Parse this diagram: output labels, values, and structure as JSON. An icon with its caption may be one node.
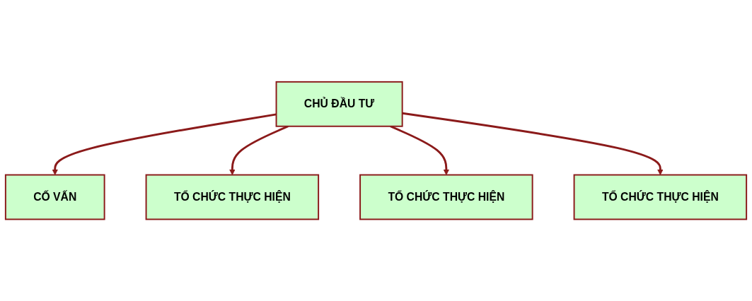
{
  "diagram": {
    "nodes": [
      {
        "text": [
          "CHỦ ĐẦU TƯ"
        ]
      },
      {
        "text": [
          "CỐ VẤN"
        ]
      },
      {
        "text": [
          "TỔ CHỨC THỰC HIỆN"
        ]
      },
      {
        "text": [
          "TỔ CHỨC THỰC HIỆN"
        ]
      },
      {
        "text": [
          "TỔ CHỨC THỰC HIỆN"
        ]
      }
    ],
    "edges": [
      {
        "from": 0,
        "to": 1,
        "arrow": "to"
      },
      {
        "from": 0,
        "to": 2,
        "arrow": "to"
      },
      {
        "from": 0,
        "to": 3,
        "arrow": "to"
      },
      {
        "from": 0,
        "to": 4,
        "arrow": "to"
      }
    ]
  }
}
